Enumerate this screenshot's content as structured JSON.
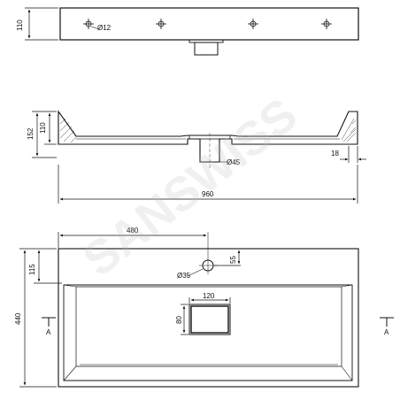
{
  "drawing": {
    "top_view": {
      "height_label": "110",
      "hole_label": "Ø12"
    },
    "side_section": {
      "total_height_label": "152",
      "basin_height_label": "110",
      "drain_label": "Ø45",
      "rim_label": "18",
      "width_label": "960"
    },
    "plan_view": {
      "tap_offset_label": "480",
      "tap_from_edge_label": "115",
      "tap_hole_label": "Ø35",
      "tap_hole_offset_label": "55",
      "depth_label": "440",
      "drain_width_label": "120",
      "drain_height_label": "80",
      "section_left_label": "A",
      "section_right_label": "A"
    },
    "watermark_text": "SANSWISS",
    "colors": {
      "line": "#111111",
      "watermark": "#bdbdbd"
    }
  }
}
